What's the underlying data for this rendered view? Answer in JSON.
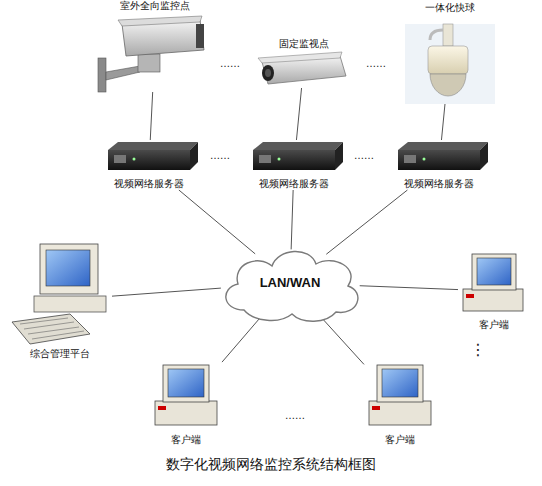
{
  "diagram": {
    "caption": "数字化视频网络监控系统结构框图",
    "nodes": [
      {
        "text": [
          "室外全向监控点"
        ]
      },
      {
        "text": [
          "固定监视点"
        ]
      },
      {
        "text": [
          "一体化快球"
        ]
      },
      {
        "text": [
          "视频网络服务器"
        ]
      },
      {
        "text": [
          "视频网络服务器"
        ]
      },
      {
        "text": [
          "视频网络服务器"
        ]
      },
      {
        "text": [
          "LAN/WAN"
        ]
      },
      {
        "text": [
          "综合管理平台"
        ]
      },
      {
        "text": [
          "客户端"
        ]
      },
      {
        "text": [
          "客户端"
        ]
      },
      {
        "text": [
          "客户端"
        ]
      }
    ],
    "edges": [
      {
        "from": 0,
        "to": 3,
        "arrow": "none"
      },
      {
        "from": 1,
        "to": 4,
        "arrow": "none"
      },
      {
        "from": 2,
        "to": 5,
        "arrow": "none"
      },
      {
        "from": 3,
        "to": 6,
        "arrow": "none"
      },
      {
        "from": 4,
        "to": 6,
        "arrow": "none"
      },
      {
        "from": 5,
        "to": 6,
        "arrow": "none"
      },
      {
        "from": 7,
        "to": 6,
        "arrow": "none"
      },
      {
        "from": 8,
        "to": 6,
        "arrow": "none"
      },
      {
        "from": 9,
        "to": 6,
        "arrow": "none"
      },
      {
        "from": 10,
        "to": 6,
        "arrow": "none"
      }
    ],
    "labels": [
      "……",
      "……",
      "……",
      "……",
      "……",
      "⋮"
    ]
  }
}
